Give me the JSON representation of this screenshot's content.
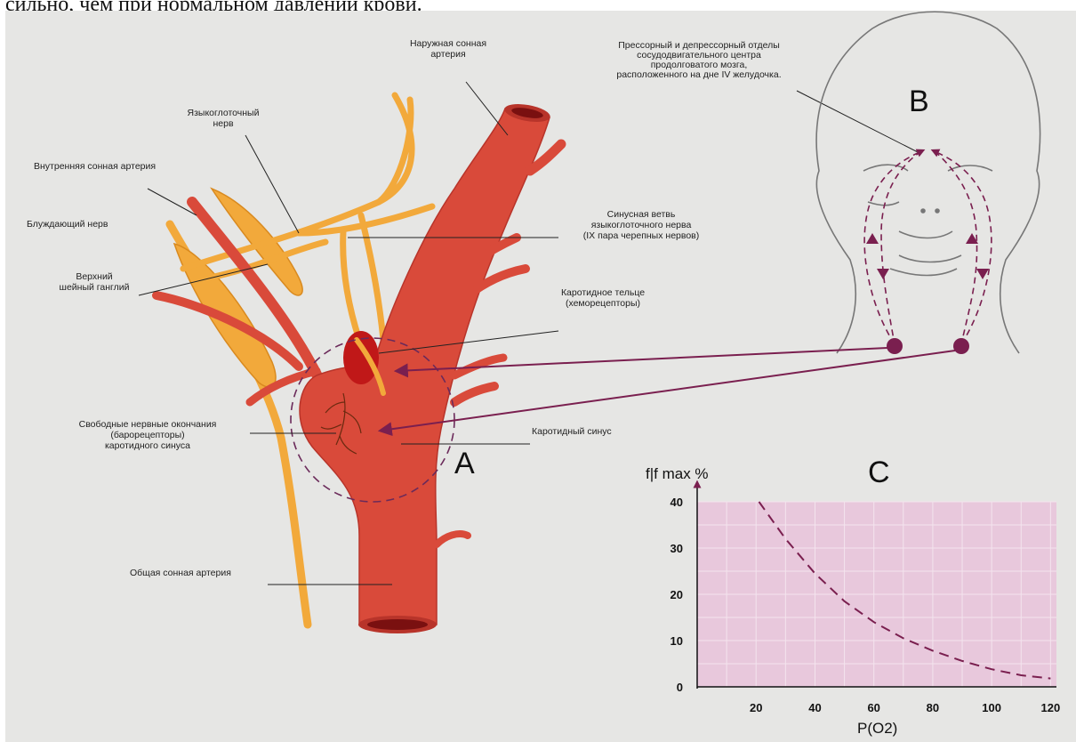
{
  "header": {
    "text": "сильно, чем при нормальном давлении крови."
  },
  "labels": {
    "external_carotid": [
      "Наружная сонная",
      "артерия"
    ],
    "glossopharyngeal": [
      "Языкоглоточный",
      "нерв"
    ],
    "internal_carotid": "Внутренняя сонная артерия",
    "vagus": "Блуждающий нерв",
    "sinus_branch": [
      "Синусная ветвь",
      "языкоглоточного нерва",
      "(IX пара черепных нервов)"
    ],
    "superior_ganglion": [
      "Верхний",
      "шейный ганглий"
    ],
    "carotid_body": [
      "Каротидное тельце",
      "(хеморецепторы)"
    ],
    "free_endings": [
      "Свободные нервные окончания",
      "(барорецепторы)",
      "каротидного синуса"
    ],
    "carotid_sinus": "Каротидный синус",
    "common_carotid": "Общая сонная артерия",
    "center": [
      "Прессорный и депрессорный отделы",
      "сосудодвигательного центра",
      "продолговатого мозга,",
      "расположенного на дне IV желудочка."
    ]
  },
  "panel_letters": {
    "a": "A",
    "b": "B",
    "c": "C"
  },
  "colors": {
    "artery": "#d94a3a",
    "nerve": "#f2a93b",
    "pathway": "#7a1f4f",
    "plot_bg": "#e8c8dc",
    "background": "#e6e6e4"
  },
  "chart_data": {
    "type": "line",
    "ylabel": "f|f max %",
    "xlabel": "P(O2)",
    "x_ticks": [
      20,
      40,
      60,
      80,
      100,
      120
    ],
    "y_ticks": [
      0,
      10,
      20,
      30,
      40
    ],
    "xlim": [
      0,
      122
    ],
    "ylim": [
      0,
      40
    ],
    "grid": true,
    "series": [
      {
        "style": "dashed",
        "x": [
          21,
          30,
          40,
          50,
          60,
          70,
          80,
          90,
          100,
          110,
          120
        ],
        "y": [
          40,
          32,
          24.5,
          18.5,
          14,
          10.5,
          7.8,
          5.6,
          3.8,
          2.5,
          1.8
        ]
      }
    ]
  }
}
